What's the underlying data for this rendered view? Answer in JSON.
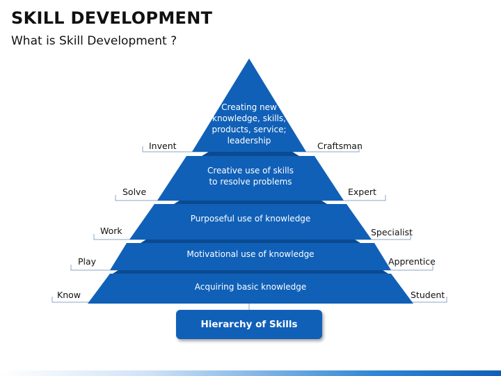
{
  "header": {
    "title": "SKILL DEVELOPMENT",
    "subtitle": "What is Skill Development ?"
  },
  "colors": {
    "level_fill": "#1060b8",
    "level_shade": "#0a4a90",
    "bracket_line": "#8aa6c8"
  },
  "levels": [
    {
      "text": "Creating new knowledge, skills, products, service; leadership",
      "left": "Invent",
      "right": "Craftsman"
    },
    {
      "text": "Creative use of skills to resolve problems",
      "left": "Solve",
      "right": "Expert"
    },
    {
      "text": "Purposeful use of knowledge",
      "left": "Work",
      "right": "Specialist"
    },
    {
      "text": "Motivational use of knowledge",
      "left": "Play",
      "right": "Apprentice"
    },
    {
      "text": "Acquiring basic knowledge",
      "left": "Know",
      "right": "Student"
    }
  ],
  "level0_lines": [
    "Creating new",
    "knowledge, skills,",
    "products, service;",
    "leadership"
  ],
  "level1_lines": [
    "Creative use of skills",
    "to resolve problems"
  ],
  "footer_button": "Hierarchy of Skills"
}
